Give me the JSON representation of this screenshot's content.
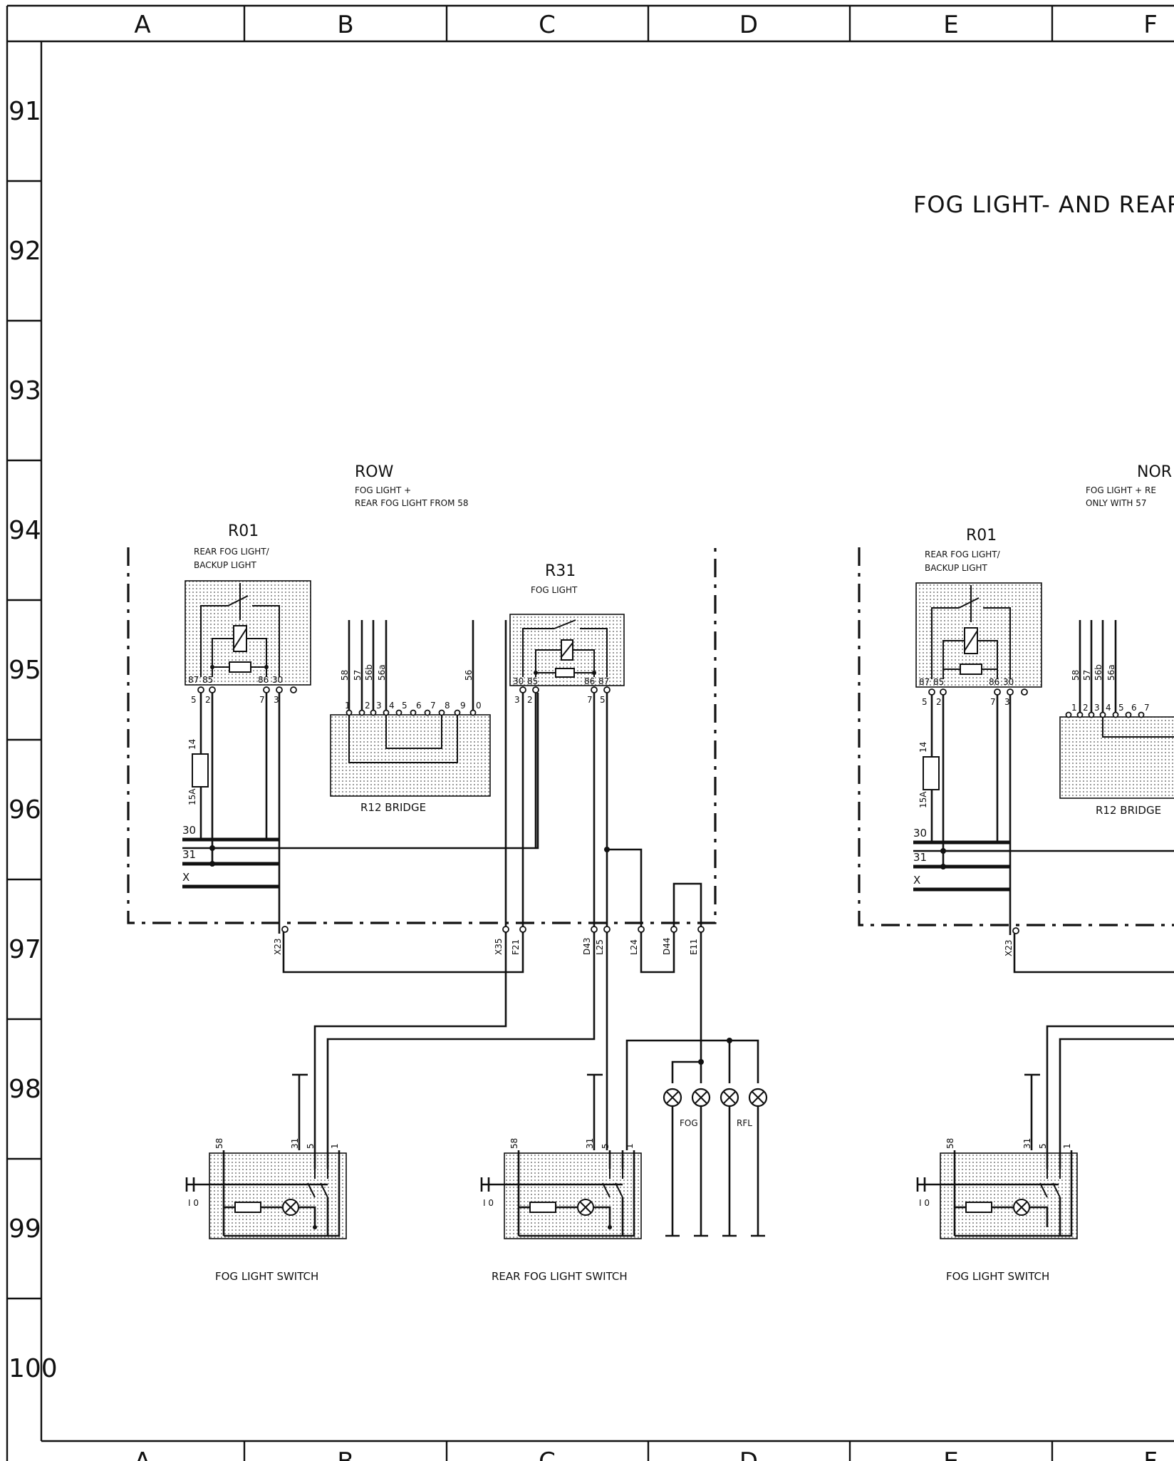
{
  "columns": [
    "A",
    "B",
    "C",
    "D",
    "E",
    "F"
  ],
  "rows": [
    "91",
    "92",
    "93",
    "94",
    "95",
    "96",
    "97",
    "98",
    "99",
    "100"
  ],
  "title": "FOG LIGHT- AND REAR F",
  "left": {
    "variant": "ROW",
    "variant_desc_1": "FOG LIGHT +",
    "variant_desc_2": "REAR FOG LIGHT FROM 58",
    "relay1": {
      "id": "R01",
      "desc1": "REAR FOG LIGHT/",
      "desc2": "BACKUP LIGHT",
      "pins": [
        "87",
        "85",
        "86",
        "30"
      ],
      "terms": [
        "5",
        "2",
        "7",
        "3"
      ]
    },
    "relay2": {
      "id": "R31",
      "desc": "FOG LIGHT",
      "pins": [
        "30",
        "85",
        "86",
        "87"
      ],
      "terms": [
        "3",
        "2",
        "7",
        "5"
      ]
    },
    "fuse": {
      "id": "14",
      "rating": "15A"
    },
    "bridge": {
      "label": "R12   BRIDGE",
      "wires": [
        "58",
        "57",
        "56b",
        "56a",
        "56"
      ],
      "terminals": [
        "1",
        "2",
        "3",
        "4",
        "5",
        "6",
        "7",
        "8",
        "9",
        "0"
      ]
    },
    "bus": [
      "30",
      "31",
      "X"
    ],
    "connectors": [
      "X23",
      "X35",
      "F21",
      "D43",
      "L25",
      "L24",
      "D44",
      "E11"
    ],
    "lamps": [
      "FOG",
      "RFL"
    ],
    "switch1": {
      "label": "FOG LIGHT SWITCH",
      "pins": [
        "58",
        "31",
        "5",
        "1"
      ],
      "pos": "I 0"
    },
    "switch2": {
      "label": "REAR FOG LIGHT SWITCH",
      "pins": [
        "58",
        "31",
        "5",
        "1"
      ],
      "pos": "I 0"
    }
  },
  "right": {
    "variant": "NOR",
    "variant_desc_1": "FOG LIGHT + RE",
    "variant_desc_2": "ONLY WITH 57",
    "relay1": {
      "id": "R01",
      "desc1": "REAR FOG LIGHT/",
      "desc2": "BACKUP LIGHT",
      "pins": [
        "87",
        "85",
        "86",
        "30"
      ],
      "terms": [
        "5",
        "2",
        "7",
        "3"
      ]
    },
    "fuse": {
      "id": "14",
      "rating": "15A"
    },
    "bridge": {
      "label": "R12   BRIDGE",
      "wires": [
        "58",
        "57",
        "56b",
        "56a"
      ],
      "terminals": [
        "1",
        "2",
        "3",
        "4",
        "5",
        "6",
        "7"
      ]
    },
    "bus": [
      "30",
      "31",
      "X"
    ],
    "connectors": [
      "X23"
    ],
    "switch1": {
      "label": "FOG LIGHT SWITCH",
      "pins": [
        "58",
        "31",
        "5",
        "1"
      ],
      "pos": "I 0"
    }
  }
}
